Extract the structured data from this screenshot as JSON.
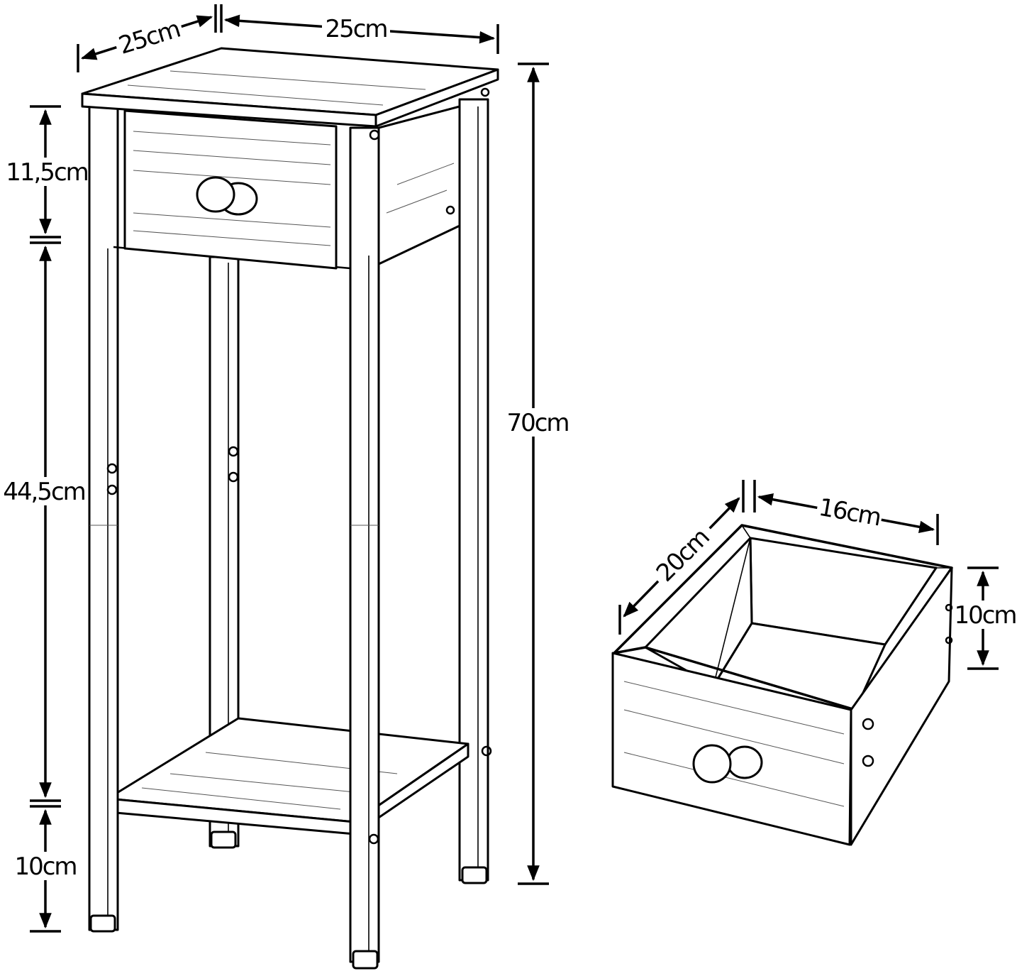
{
  "dimensions": {
    "table_width": "25cm",
    "table_depth": "25cm",
    "table_height": "70cm",
    "drawer_section_height": "11,5cm",
    "open_section_height": "44,5cm",
    "leg_height": "10cm",
    "drawer_depth": "20cm",
    "drawer_width": "16cm",
    "drawer_height": "10cm"
  }
}
